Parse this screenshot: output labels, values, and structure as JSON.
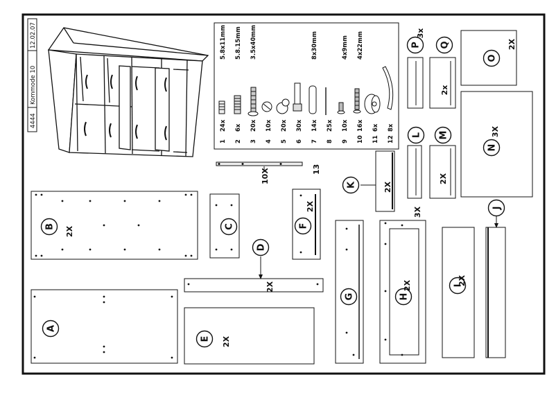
{
  "header": {
    "article": "4444",
    "product": "Kommode 10",
    "date": "12.02.07"
  },
  "hardware": [
    {
      "num": "1",
      "qty": "24x",
      "size": "5.8x11mm"
    },
    {
      "num": "2",
      "qty": "6x",
      "size": "5.8.15mm"
    },
    {
      "num": "3",
      "qty": "20x",
      "size": "3.5x40mm"
    },
    {
      "num": "4",
      "qty": "10x",
      "size": ""
    },
    {
      "num": "5",
      "qty": "20x",
      "size": ""
    },
    {
      "num": "6",
      "qty": "30x",
      "size": ""
    },
    {
      "num": "7",
      "qty": "14x",
      "size": "8x30mm"
    },
    {
      "num": "8",
      "qty": "25x",
      "size": ""
    },
    {
      "num": "9",
      "qty": "10x",
      "size": "4x9mm"
    },
    {
      "num": "10",
      "qty": "16x",
      "size": "4x22mm"
    },
    {
      "num": "11",
      "qty": "6x",
      "size": ""
    },
    {
      "num": "12",
      "qty": "8x",
      "size": ""
    }
  ],
  "rail": {
    "num": "13",
    "qty": "10X"
  },
  "parts": {
    "A": {
      "letter": "A",
      "qty": ""
    },
    "B": {
      "letter": "B",
      "qty": "2X"
    },
    "C": {
      "letter": "C",
      "qty": ""
    },
    "D": {
      "letter": "D",
      "qty": "2X"
    },
    "E": {
      "letter": "E",
      "qty": "2X"
    },
    "F": {
      "letter": "F",
      "qty": "2X"
    },
    "G": {
      "letter": "G",
      "qty": ""
    },
    "H": {
      "letter": "H",
      "qty": "2X"
    },
    "I": {
      "letter": "I",
      "qty": "2X"
    },
    "J": {
      "letter": "J",
      "qty": ""
    },
    "K": {
      "letter": "K",
      "qty": "2X"
    },
    "L": {
      "letter": "L",
      "qty": "3X"
    },
    "M": {
      "letter": "M",
      "qty": "2X"
    },
    "N": {
      "letter": "N",
      "qty": "3X"
    },
    "O": {
      "letter": "O",
      "qty": "2X"
    },
    "P": {
      "letter": "P",
      "qty": "3x"
    },
    "Q": {
      "letter": "Q",
      "qty": "2x"
    }
  }
}
